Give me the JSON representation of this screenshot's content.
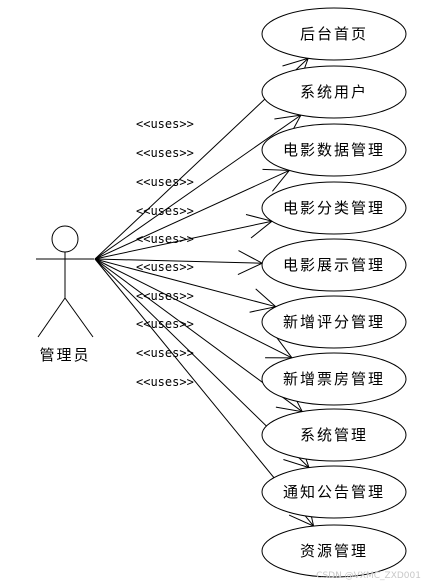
{
  "actor": {
    "name": "管理员"
  },
  "relationship_label": "<<uses>>",
  "use_cases": [
    {
      "label": "后台首页"
    },
    {
      "label": "系统用户"
    },
    {
      "label": "电影数据管理"
    },
    {
      "label": "电影分类管理"
    },
    {
      "label": "电影展示管理"
    },
    {
      "label": "新增评分管理"
    },
    {
      "label": "新增票房管理"
    },
    {
      "label": "系统管理"
    },
    {
      "label": "通知公告管理"
    },
    {
      "label": "资源管理"
    }
  ],
  "watermark": "CSDN @VXMC_ZXD001"
}
